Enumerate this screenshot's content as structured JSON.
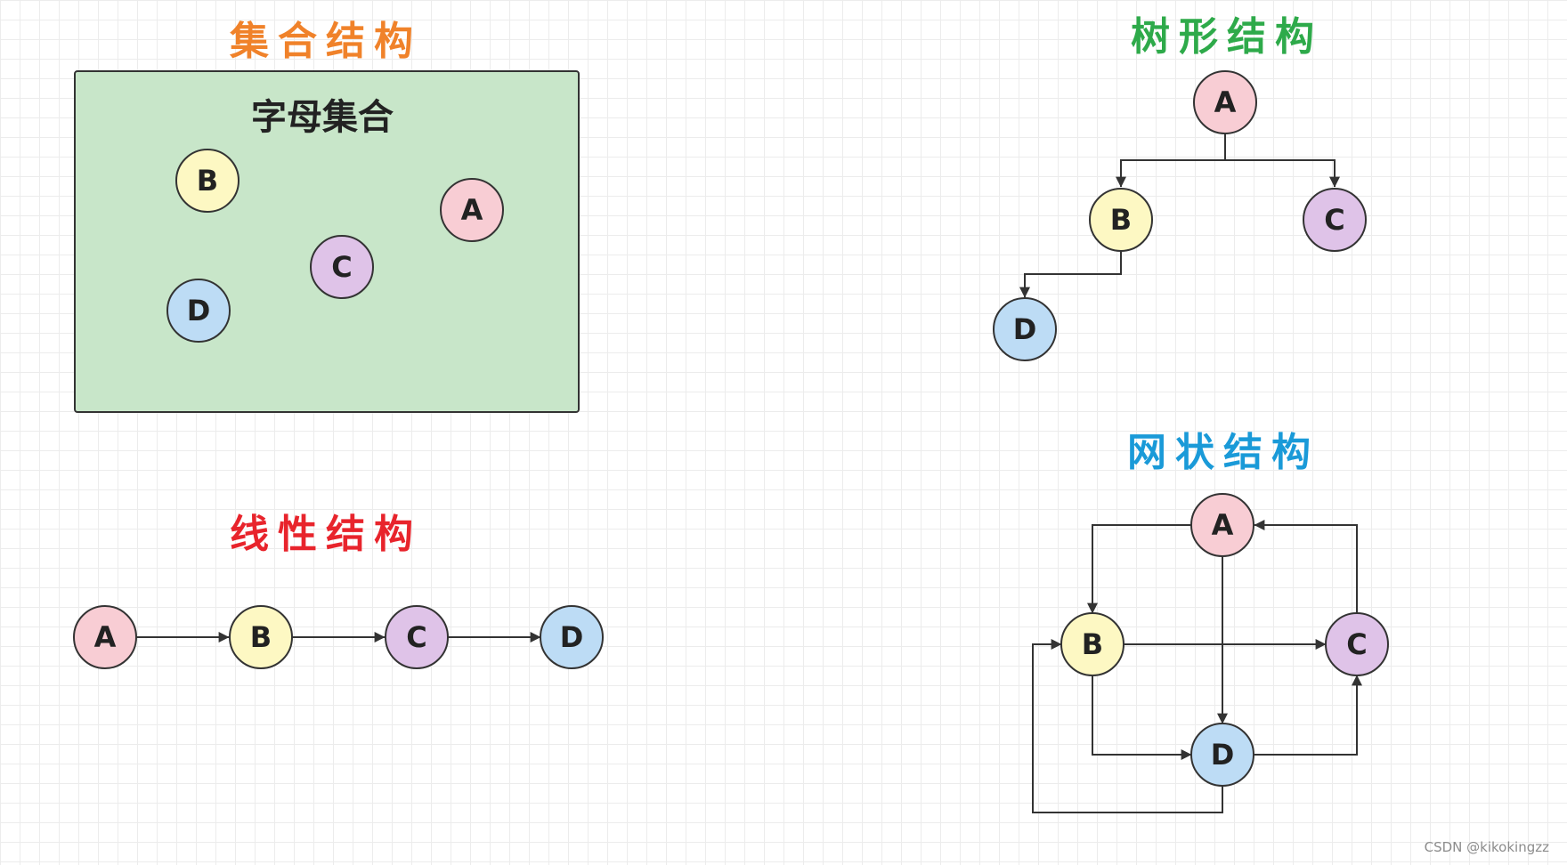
{
  "colors": {
    "A": "#f8cdd4",
    "B": "#fdf8c3",
    "C": "#dfc3e8",
    "D": "#bddcf5",
    "set_box": "#c8e6c9",
    "set_title": "#f0822a",
    "tree_title": "#2eaa4a",
    "linear_title": "#e8242c",
    "graph_title": "#1a9ad8"
  },
  "set": {
    "title": "集合结构",
    "box_label": "字母集合"
  },
  "tree": {
    "title": "树形结构"
  },
  "linear": {
    "title": "线性结构"
  },
  "graph": {
    "title": "网状结构"
  },
  "node_labels": {
    "A": "A",
    "B": "B",
    "C": "C",
    "D": "D"
  },
  "watermark": "CSDN @kikokingzz"
}
